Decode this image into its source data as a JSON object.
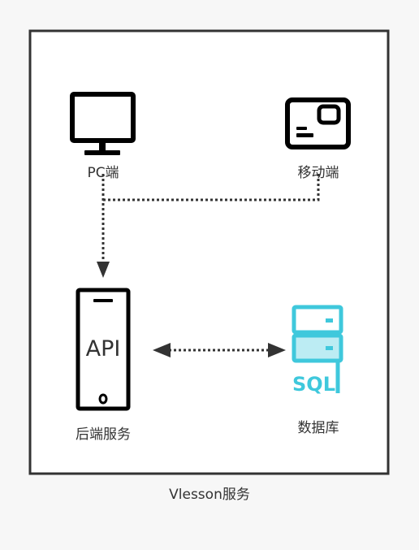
{
  "diagram": {
    "container_caption": "Vlesson服务",
    "nodes": {
      "pc": {
        "label": "PC端",
        "icon": "monitor-icon"
      },
      "mobile": {
        "label": "移动端",
        "icon": "mobile-card-icon"
      },
      "backend": {
        "label": "后端服务",
        "icon": "phone-device-icon",
        "inner_text": "API"
      },
      "database": {
        "label": "数据库",
        "icon": "sql-database-icon",
        "inner_text": "SQL"
      }
    },
    "edges": [
      {
        "from": "pc",
        "to": "backend",
        "style": "dotted",
        "arrow": "end"
      },
      {
        "from": "mobile",
        "to": "backend",
        "style": "dotted",
        "arrow": "none"
      },
      {
        "from": "backend",
        "to": "database",
        "style": "dotted",
        "arrow": "both"
      }
    ],
    "colors": {
      "frame": "#333333",
      "frame_fill": "#ffffff",
      "icon": "#000000",
      "database": "#3fc8dc",
      "edge": "#333333",
      "text": "#333333"
    }
  }
}
